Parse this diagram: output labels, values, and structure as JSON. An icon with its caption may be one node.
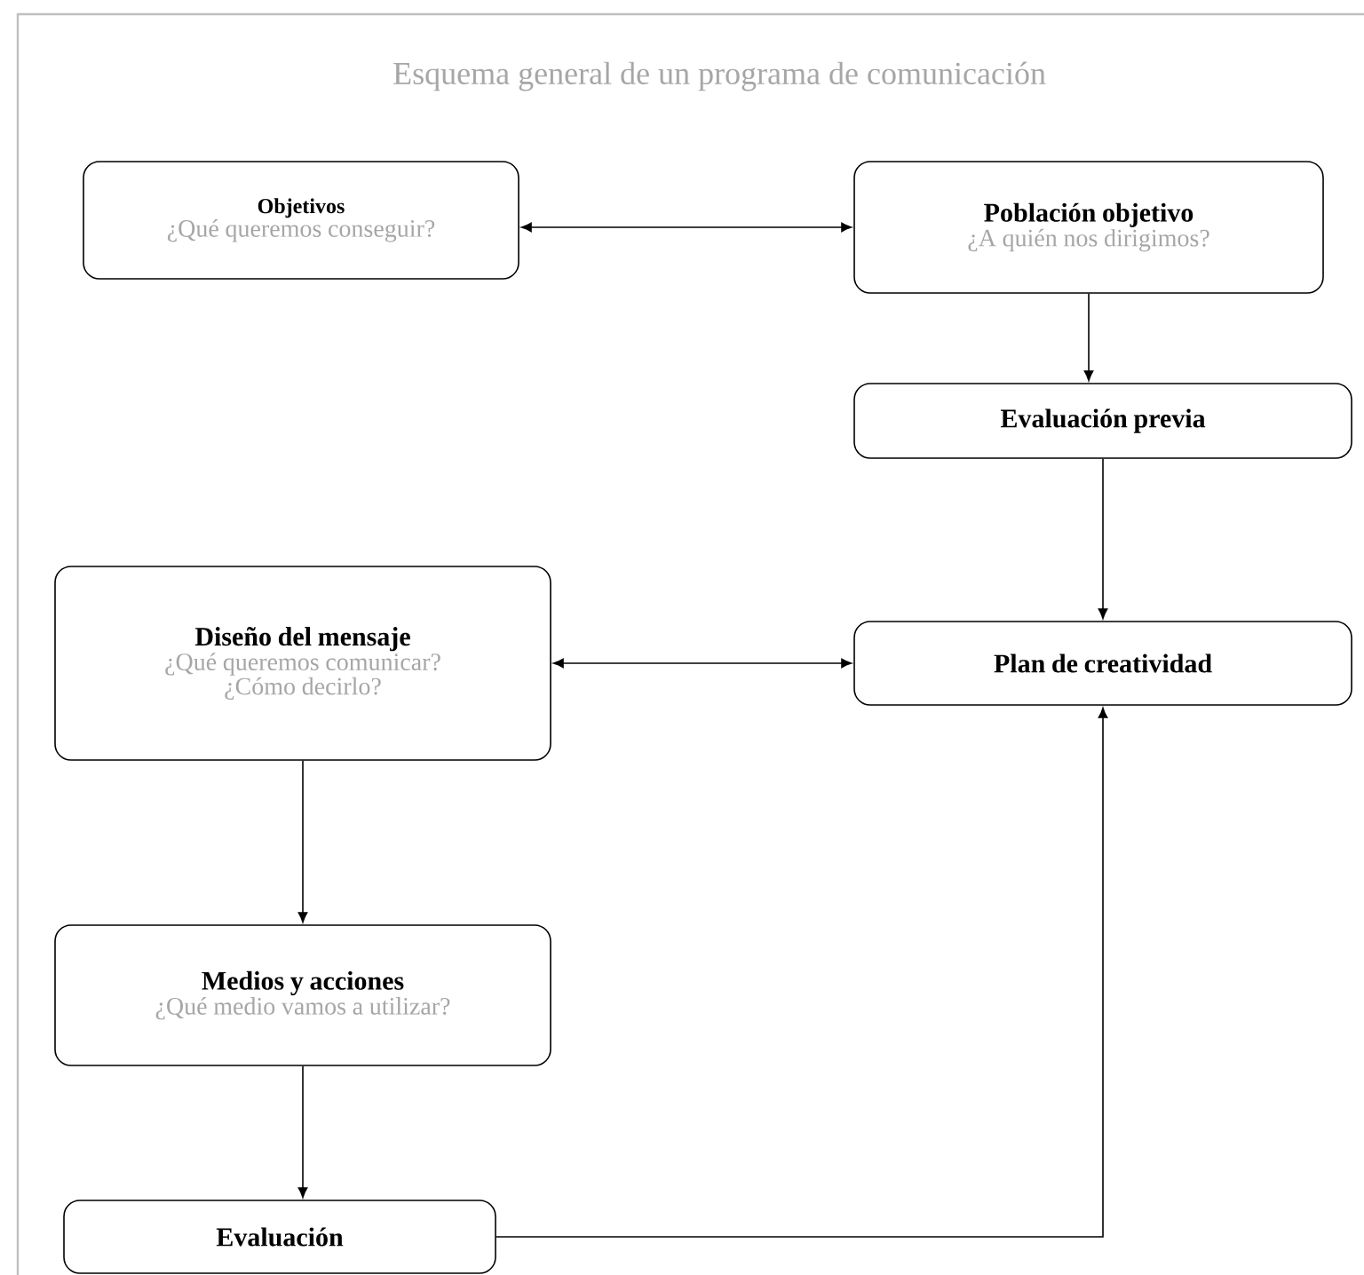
{
  "diagram": {
    "title": "Esquema general de un programa de comunicación",
    "nodes": [
      {
        "text": [
          "Objetivos",
          "¿Qué queremos conseguir?"
        ]
      },
      {
        "text": [
          "Población objetivo",
          "¿A quién nos dirigimos?"
        ]
      },
      {
        "text": [
          "Evaluación previa"
        ]
      },
      {
        "text": [
          "Diseño del mensaje",
          "¿Qué queremos comunicar? ¿Cómo decirlo?"
        ]
      },
      {
        "text": [
          "Plan de creatividad"
        ]
      },
      {
        "text": [
          "Medios y acciones",
          "¿Qué medio vamos a utilizar?"
        ]
      },
      {
        "text": [
          "Evaluación"
        ]
      }
    ],
    "edges": [
      {
        "from": 0,
        "to": 1,
        "arrow": "both"
      },
      {
        "from": 1,
        "to": 2,
        "arrow": "to"
      },
      {
        "from": 2,
        "to": 4,
        "arrow": "to"
      },
      {
        "from": 3,
        "to": 4,
        "arrow": "both"
      },
      {
        "from": 3,
        "to": 5,
        "arrow": "to"
      },
      {
        "from": 5,
        "to": 6,
        "arrow": "to"
      },
      {
        "from": 6,
        "to": 4,
        "arrow": "to"
      }
    ]
  }
}
